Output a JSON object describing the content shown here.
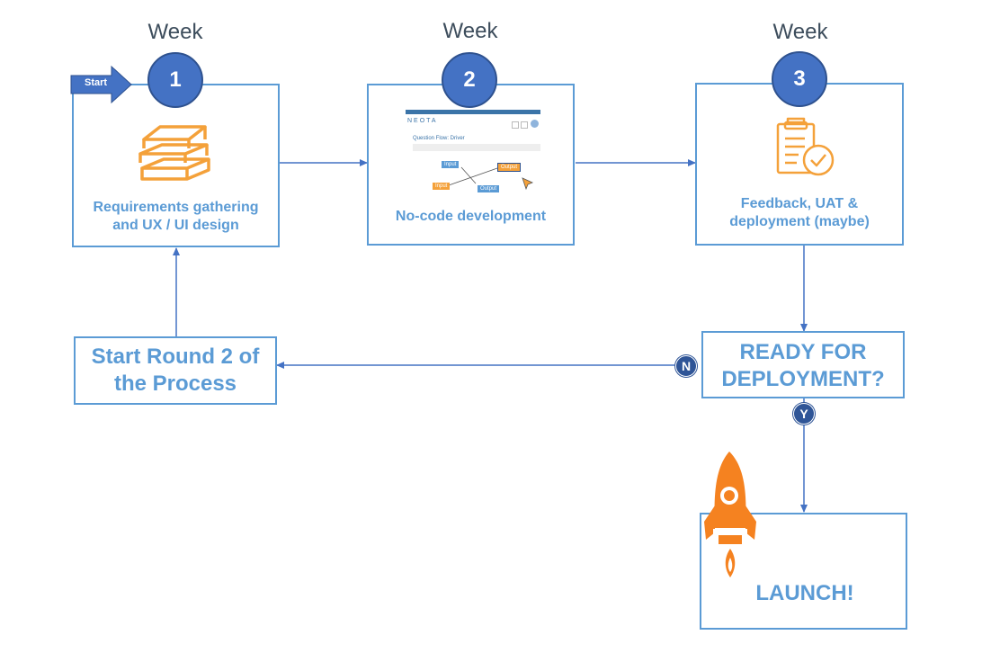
{
  "weeks": [
    {
      "heading": "Week",
      "number": "1"
    },
    {
      "heading": "Week",
      "number": "2"
    },
    {
      "heading": "Week",
      "number": "3"
    }
  ],
  "start_arrow_label": "Start",
  "step1": {
    "label_line1": "Requirements gathering",
    "label_line2": "and UX / UI design",
    "icon": "books-icon"
  },
  "step2": {
    "label": "No-code development",
    "icon": "neota-app-screenshot",
    "screenshot": {
      "logo": "NEOTA",
      "title": "Question Flow: Driver",
      "nodes": [
        "Input",
        "Output",
        "Input",
        "Output"
      ]
    }
  },
  "step3": {
    "label_line1": "Feedback, UAT &",
    "label_line2": "deployment (maybe)",
    "icon": "clipboard-check-icon"
  },
  "decision": {
    "line1": "READY FOR",
    "line2": "DEPLOYMENT?",
    "no": "N",
    "yes": "Y"
  },
  "round2": {
    "line1": "Start Round 2 of",
    "line2": "the Process"
  },
  "launch": {
    "label": "LAUNCH!",
    "icon": "rocket-icon"
  },
  "colors": {
    "accent": "#5b9bd5",
    "circle": "#4472c4",
    "orange": "#f4a13a",
    "rocket": "#f58220"
  }
}
